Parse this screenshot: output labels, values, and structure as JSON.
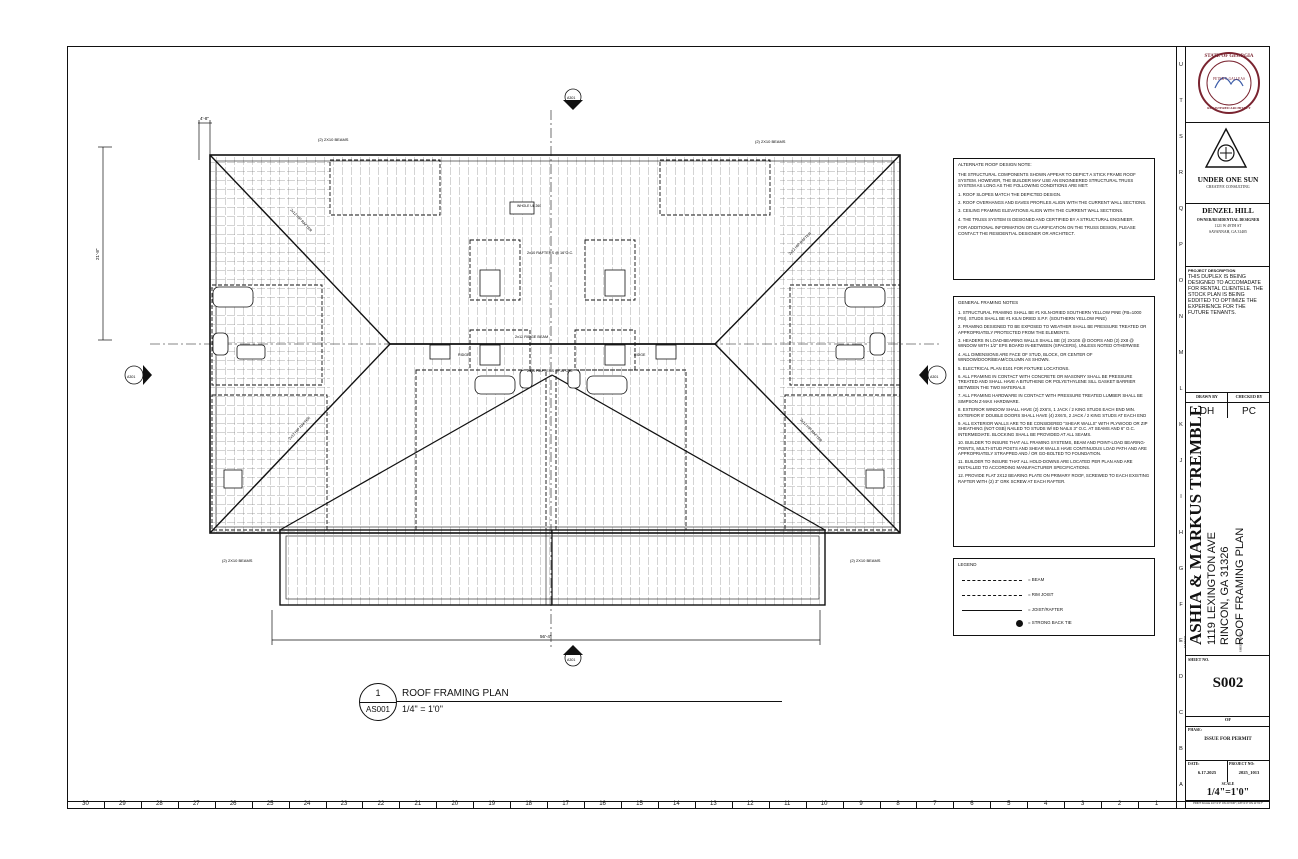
{
  "grid_numbers": [
    "30",
    "29",
    "28",
    "27",
    "26",
    "25",
    "24",
    "23",
    "22",
    "21",
    "20",
    "19",
    "18",
    "17",
    "16",
    "15",
    "14",
    "13",
    "12",
    "11",
    "10",
    "9",
    "8",
    "7",
    "6",
    "5",
    "4",
    "3",
    "2",
    "1"
  ],
  "grid_letters": [
    "U",
    "T",
    "S",
    "R",
    "Q",
    "P",
    "O",
    "N",
    "M",
    "L",
    "K",
    "J",
    "I",
    "H",
    "G",
    "F",
    "E",
    "D",
    "C",
    "B",
    "A"
  ],
  "plan": {
    "beam_labels": [
      "(2) 2X10 BEAMS",
      "(2) 2X10 BEAMS",
      "(2) 2X10 BEAMS",
      "(2) 2X10 BEAMS"
    ],
    "section_refs": [
      "A301",
      "A301",
      "A301",
      "A301"
    ],
    "dim_top": "4'-8\"",
    "dim_side": "21'-8\"",
    "dim_bottom": "56'-4\"",
    "rafters_label": "2x10 RAFTERS @ 16\"O.C.",
    "hip_rafter_label": "2x12 HIP RAFTER",
    "ridge_label": "2x12 RIDGE BEAM",
    "ridge_tag": "RIDGE",
    "vent_label": "WHOLE UL 260"
  },
  "alt_roof": {
    "title": "ALTERNATE ROOF DESIGN NOTE:",
    "intro": "THE STRUCTURAL COMPONENTS SHOWN APPEAR TO DEPICT A STICK FRAME ROOF SYSTEM. HOWEVER, THE BUILDER MAY USE AN ENGINEERED STRUCTURAL TRUSS SYSTEM AS LONG AS THE FOLLOWING CONDITIONS ARE MET:",
    "items": [
      "1. ROOF SLOPES MATCH THE DEPICTED DESIGN.",
      "2. ROOF OVERHANGS AND EAVES PROFILES ALIGN WITH THE CURRENT WALL SECTIONS.",
      "3. CEILING FRAMING ELEVATIONS ALIGN WITH THE CURRENT WALL SECTIONS.",
      "4. THE TRUSS SYSTEM IS DESIGNED AND CERTIFIED BY A STRUCTURAL ENGINEER."
    ],
    "closing": "FOR ADDITIONAL INFORMATION OR CLARIFICATION ON THE TRUSS DESIGN, PLEASE CONTACT THE RESIDENTIAL DESIGNER OR ARCHITECT."
  },
  "general_notes": {
    "title": "GENERAL FRAMING NOTES",
    "items": [
      "1. STRUCTURAL FRAMING SHALL BE #1 KILN-DRIED SOUTHERN YELLOW PINE (FB=1000 PSI). STUDS SHALL BE #1 KILN DRIED S.P.F. (SOUTHERN YELLOW PINE)",
      "2. FRAMING DESIGNED TO BE EXPOSED TO WEATHER SHALL BE PRESSURE TREATED OR APPROPRIATELY PROTECTED FROM THE ELEMENTS.",
      "3. HEADERS IN LOAD-BEARING WALLS SHALL BE (2) 2X10S @ DOORS AND (2) 2X8 @ WINDOW WITH 1/2\" EPS BOARD IN-BETWEEN (SPACERS), UNLESS NOTED OTHERWISE",
      "4. ALL DIMENSIONS ARE FACE OF STUD, BLOCK, OR CENTER OF WINDOW/DOOR/BEAM/COLUMN AS SHOWN.",
      "5. ELECTRICAL PLAN E101 FOR FIXTURE LOCATIONS.",
      "6. ALL FRAMING IN CONTACT WITH CONCRETE OR MASONRY SHALL BE PRESSURE TREATED AND SHALL HAVE A BITUTHENE OR POLYETHYLENE SILL GASKET BARRIER BETWEEN THE TWO MATERIALS",
      "7. ALL FRAMING HARDWARE IN CONTACT WITH PRESSURE TREATED LUMBER SHALL BE SIMPSON Z-MAX HARDWARE.",
      "8. EXTERIOR WINDOW SHALL HAVE (2) 2X6'S, 1 JACK / 2 KING STUDS EACH END MIN. EXTERIOR 8' DOUBLE DOORS SHALL HAVE (4) 2X6'S, 2 JACK / 2 KING STUDS AT EACH END",
      "9. ALL EXTERIOR WALLS ARE TO BE CONSIDERED \"SHEAR WALLS\" WITH PLYWOOD OR ZIP SHEATHING (NOT OSB) NAILED TO STUDS W/ 8D NAILS 3\" O.C. AT SEAMS AND 6\" O.C. INTERMEDIATE. BLOCKING SHALL BE PROVIDED AT ALL SEAMS.",
      "10. BUILDER TO INSURE THAT ALL FRAMING SYSTEMS, BEAM AND POINT-LOAD BEARING-POINTS, MULTI-STUD POSTS AND SHEAR WALLS HAVE CONTINUOUS LOAD PATH AND ARE APPROPRIATELY STRAPPED AND / OR GO-BOLTED TO FOUNDATION.",
      "11. BUILDER TO INSURE THAT ALL HOLD-DOWNS ARE LOCATED PER PLAN AND ARE INSTALLED TO ACCORDING MANUFACTURER SPECIFICATIONS.",
      "12. PROVIDE FLAT 2X12 BEARING PLATE ON PRIMARY ROOF, SCREWED TO EACH EXISTING RAFTER WITH (2) 3\" GRK SCREW AT EACH RAFTER."
    ]
  },
  "legend": {
    "title": "LEGEND",
    "items": [
      "= BEAM",
      "= RIM JOIST",
      "= JOIST/RAFTER",
      "= STRONG BACK TIE"
    ]
  },
  "title_tag": {
    "number": "1",
    "ref": "AS001",
    "name": "ROOF FRAMING PLAN",
    "scale": "1/4\" = 1'0\""
  },
  "title_block": {
    "seal_top": "STATE OF GEORGIA",
    "seal_name": "PETER T. GALLEAS",
    "seal_bottom": "REGISTERED ARCHITECT",
    "firm_name": "UNDER ONE SUN",
    "firm_sub": "CREATIVE CONSULTING",
    "designer_name": "DENZEL HILL",
    "designer_role": "OWNER/RESIDENTIAL DESIGNER",
    "designer_addr1": "1121 W 49TH ST",
    "designer_addr2": "SAVANNAH, GA 31405",
    "desc_label": "PROJECT DESCRIPTION",
    "desc_text": "THIS DUPLEX IS BEING DESIGNED TO ACCOMADATE FOR RENTAL CLIENTELE. THE STOCK PLAN IS BEING EDDITED TO OPTIMIZE THE EXPERIENCE FOR THE FUTURE TENANTS.",
    "drawn_label": "DRAWN BY",
    "checked_label": "CHECKED BY",
    "drawn_by": "DH",
    "checked_by": "PC",
    "client_name": "ASHIA & MARKUS TREMBLE",
    "client_label": "CLIENT",
    "address1": "1119 LEXINGTON AVE",
    "address2": "RINCON, GA 31326",
    "sheet_label": "SHEETNAME",
    "sheet_name": "ROOF FRAMING PLAN",
    "sheet_no_label": "SHEET NO.",
    "sheet_no": "S002",
    "of_label": "OF",
    "phase_label": "PHASE:",
    "phase": "ISSUE FOR PERMIT",
    "date_label": "DATE:",
    "date": "6.17.2025",
    "project_label": "PROJECT NO:",
    "project_no": "2025_1013",
    "scale_label": "SCALE",
    "scale": "1/4\"=1'0\"",
    "footer": "PRINT SCALE 1/4\"=1'0\" ON 24\"X36\" | 1/8\"=1'0\" ON 11\"X17\""
  }
}
